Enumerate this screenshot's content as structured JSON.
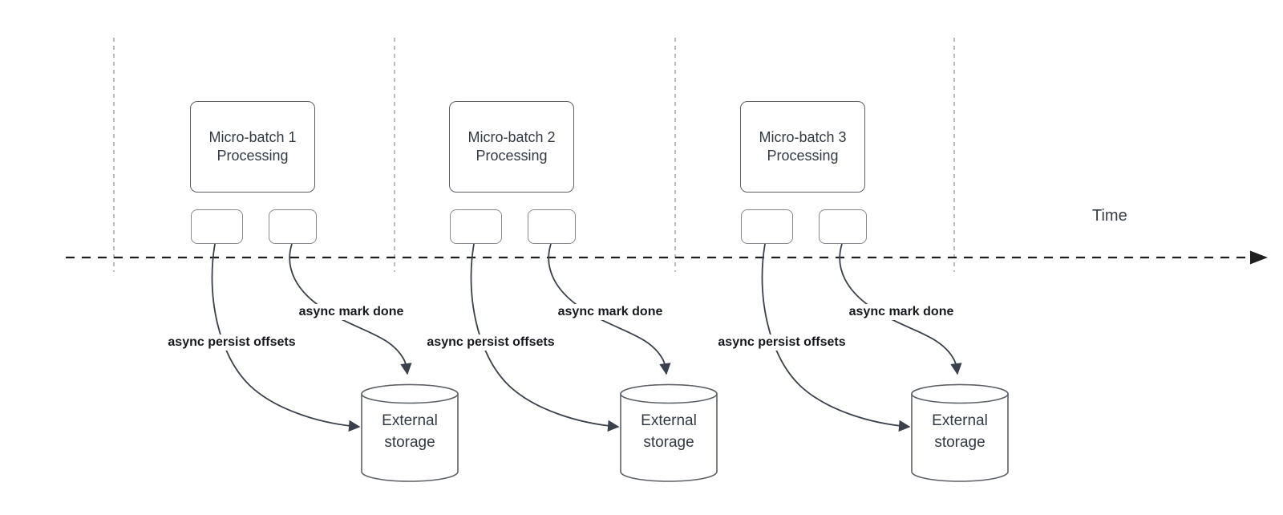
{
  "diagram": {
    "time_axis_label": "Time",
    "batches": [
      {
        "title": "Micro-batch 1 Processing",
        "persist_label": "async persist offsets",
        "mark_done_label": "async mark done",
        "storage_label": "External storage"
      },
      {
        "title": "Micro-batch 2 Processing",
        "persist_label": "async persist offsets",
        "mark_done_label": "async mark done",
        "storage_label": "External storage"
      },
      {
        "title": "Micro-batch 3 Processing",
        "persist_label": "async persist offsets",
        "mark_done_label": "async mark done",
        "storage_label": "External storage"
      }
    ]
  }
}
